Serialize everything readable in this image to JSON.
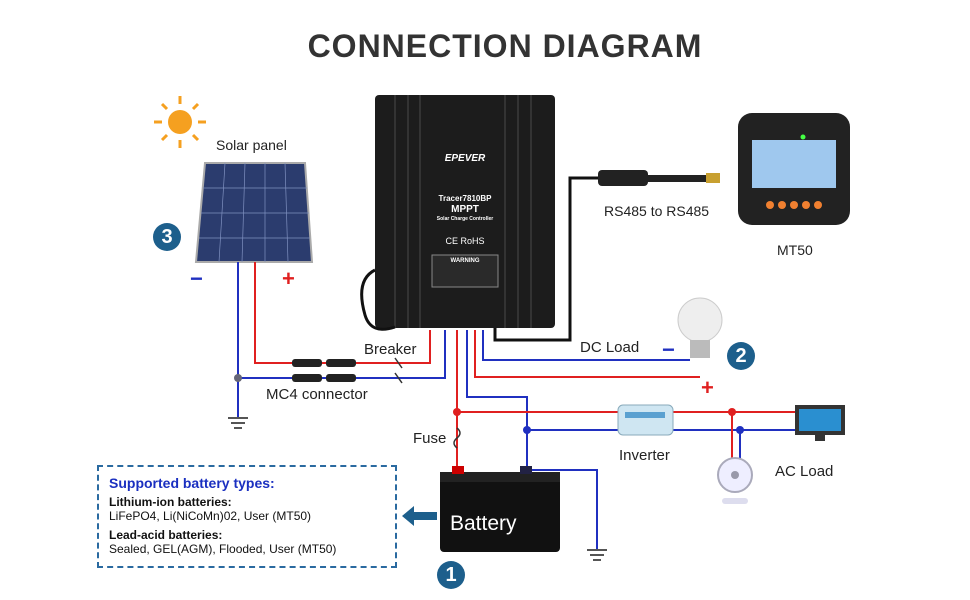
{
  "title": "CONNECTION  DIAGRAM",
  "labels": {
    "solar_panel": "Solar panel",
    "rs485": "RS485 to RS485",
    "mt50": "MT50",
    "breaker": "Breaker",
    "dc_load": "DC Load",
    "mc4": "MC4 connector",
    "fuse": "Fuse",
    "inverter": "Inverter",
    "ac_load": "AC Load",
    "battery": "Battery"
  },
  "controller": {
    "brand": "EPEVER",
    "model": "Tracer7810BP",
    "type": "MPPT",
    "subtitle": "Solar Charge Controller",
    "cert": "CE RoHS",
    "warning": "WARNING"
  },
  "markers": {
    "one": "1",
    "two": "2",
    "three": "3"
  },
  "signs": {
    "minus": "−",
    "plus": "+"
  },
  "battery_types": {
    "heading": "Supported battery types:",
    "lithium_title": "Lithium-ion batteries:",
    "lithium_list": "LiFePO4, Li(NiCoMn)02, User (MT50)",
    "lead_title": "Lead-acid batteries:",
    "lead_list": "Sealed, GEL(AGM), Flooded,  User (MT50)"
  },
  "colors": {
    "positive": "#e02020",
    "negative": "#2030c0",
    "marker": "#1d5f8c",
    "sun": "#f5a020"
  }
}
